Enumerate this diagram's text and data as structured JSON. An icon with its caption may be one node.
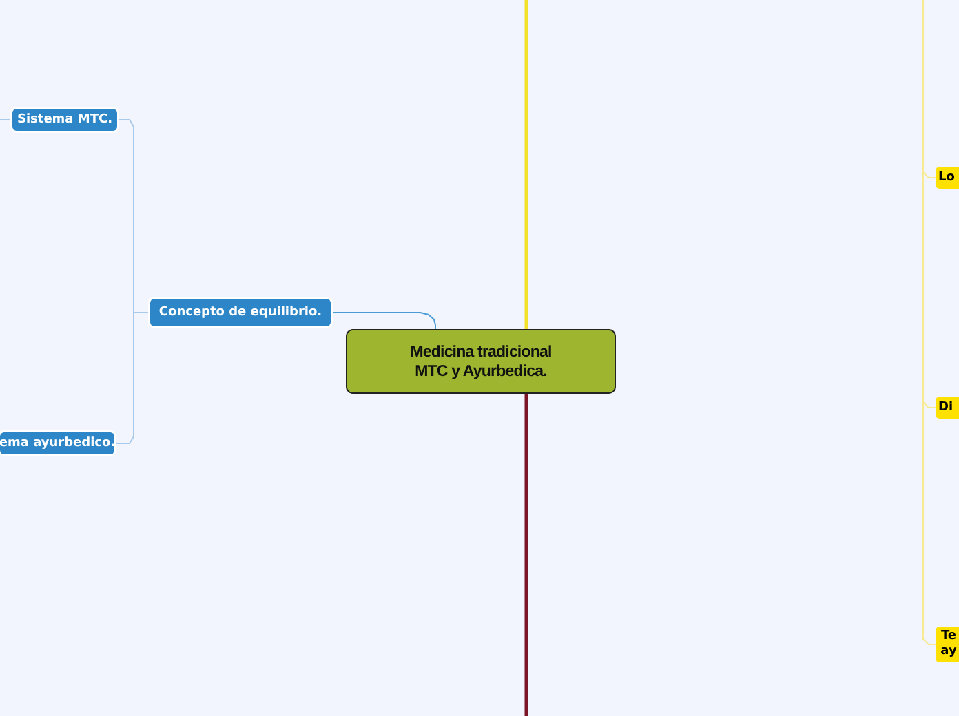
{
  "diagram": {
    "nodes": [
      {
        "text": [
          "Medicina tradicional MTC y Ayurbedica."
        ]
      },
      {
        "text": [
          "Concepto de equilibrio."
        ]
      },
      {
        "text": [
          "Sistema MTC."
        ]
      },
      {
        "text": [
          "ema ayurbedico."
        ]
      },
      {
        "text": [
          "Lo"
        ]
      },
      {
        "text": [
          "Di"
        ]
      },
      {
        "text": [
          "Te ay"
        ]
      }
    ],
    "edges": [
      {
        "from": 0,
        "to": 1,
        "arrow": "none",
        "color": "#4a9ad6"
      },
      {
        "from": 1,
        "to": 2,
        "arrow": "none",
        "color": "#a9c9ea"
      },
      {
        "from": 1,
        "to": 3,
        "arrow": "none",
        "color": "#a9c9ea"
      },
      {
        "from": null,
        "to": 2,
        "arrow": "none",
        "color": "#a9c9ea"
      },
      {
        "from": null,
        "to": 0,
        "arrow": "none",
        "style": "thick",
        "color": "#f2e12a"
      },
      {
        "from": 0,
        "to": null,
        "arrow": "none",
        "style": "thick",
        "color": "#7a1426"
      },
      {
        "from": null,
        "to": 4,
        "arrow": "none",
        "color": "#f7ea90"
      },
      {
        "from": null,
        "to": 5,
        "arrow": "none",
        "color": "#f7ea90"
      },
      {
        "from": null,
        "to": 6,
        "arrow": "none",
        "color": "#f7ea90"
      }
    ]
  }
}
